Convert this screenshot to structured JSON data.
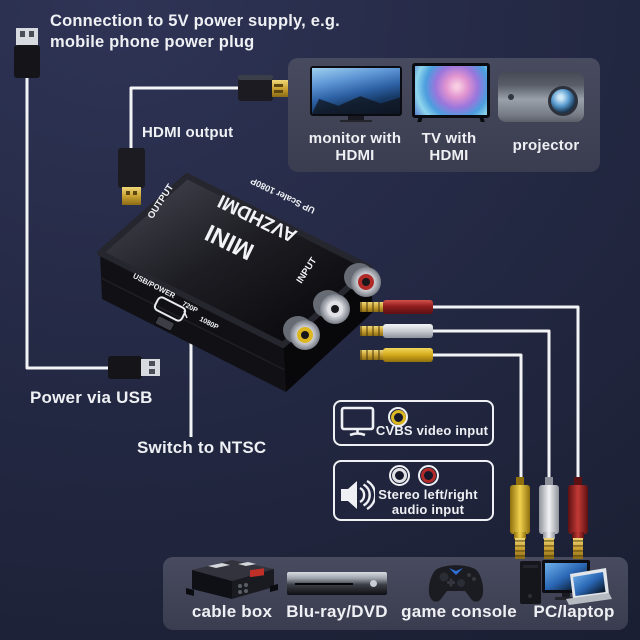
{
  "colors": {
    "background_top": "#2f3456",
    "background_bottom": "#1b1f33",
    "panel": "#414458",
    "text": "#eef0f3",
    "cable_white": "#f2f3f5",
    "rca_yellow": "#ddb722",
    "rca_white": "#dfe1e5",
    "rca_red": "#b02a28",
    "hdmi_gold": "#caa233"
  },
  "note": {
    "line1": "Connection to 5V power supply, e.g.",
    "line2": "mobile phone power plug"
  },
  "labels": {
    "hdmi_output": "HDMI output",
    "power_usb": "Power via USB",
    "switch_ntsc": "Switch to NTSC"
  },
  "device": {
    "brand": "AVZHDMI",
    "scaler": "UP Scaler 1080P",
    "model": "MINI",
    "port_output": "OUTPUT",
    "port_input": "INPUT",
    "usb_power": "USB/POWER",
    "res_720": "720P",
    "res_1080": "1080P"
  },
  "outputs": [
    {
      "l1": "monitor with",
      "l2": "HDMI"
    },
    {
      "l1": "TV with",
      "l2": "HDMI"
    },
    {
      "l1": "projector",
      "l2": ""
    }
  ],
  "badges": {
    "cvbs": "CVBS video input",
    "stereo_l1": "Stereo left/right",
    "stereo_l2": "audio input"
  },
  "sources": [
    "cable box",
    "Blu-ray/DVD",
    "game console",
    "PC/laptop"
  ]
}
